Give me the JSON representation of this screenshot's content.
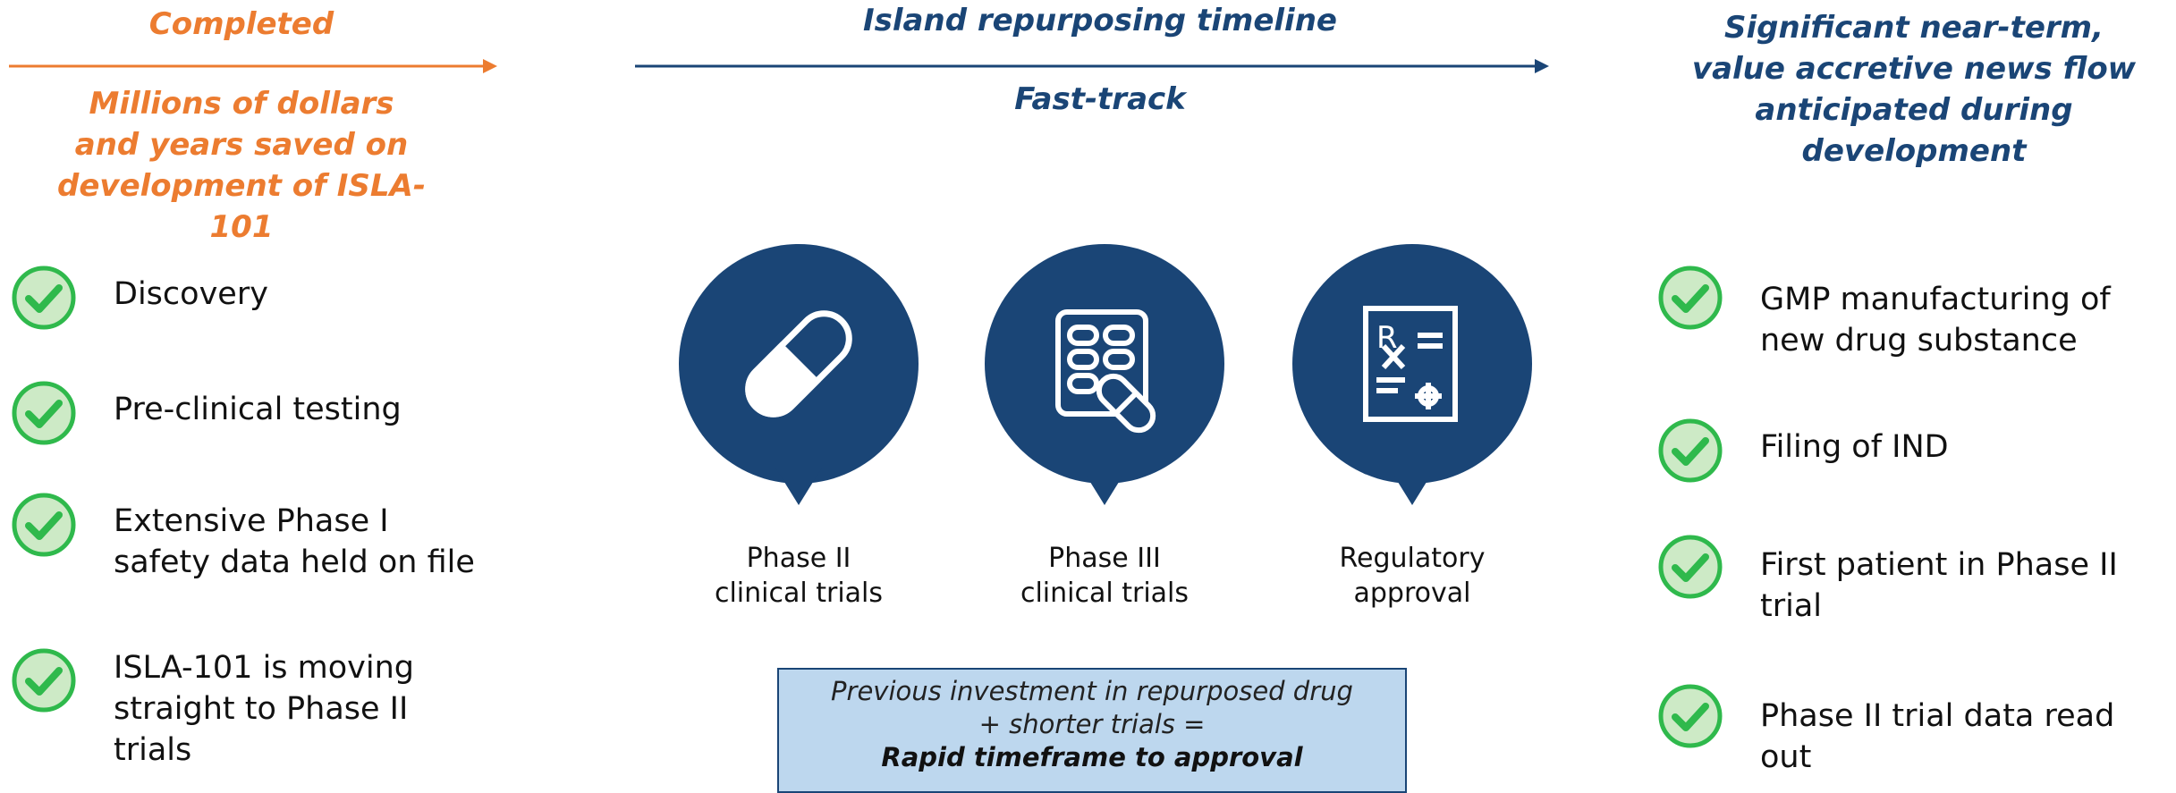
{
  "left": {
    "header": "Completed",
    "subtitle_lines": [
      "Millions of dollars",
      "and years saved on",
      "development of ISLA-",
      "101"
    ],
    "items": [
      {
        "lines": [
          "Discovery"
        ],
        "icon": "check-circle-icon"
      },
      {
        "lines": [
          "Pre-clinical testing"
        ],
        "icon": "check-circle-icon"
      },
      {
        "lines": [
          "Extensive Phase I",
          "safety data held on file"
        ],
        "icon": "check-circle-icon"
      },
      {
        "lines": [
          "ISLA-101 is moving",
          "straight to Phase II",
          "trials"
        ],
        "icon": "check-circle-icon"
      }
    ]
  },
  "middle": {
    "header": "Island repurposing timeline",
    "subheader": "Fast-track",
    "stages": [
      {
        "lines": [
          "Phase II",
          "clinical trials"
        ],
        "icon": "capsule-icon"
      },
      {
        "lines": [
          "Phase III",
          "clinical trials"
        ],
        "icon": "pill-pack-icon"
      },
      {
        "lines": [
          "Regulatory",
          "approval"
        ],
        "icon": "prescription-icon"
      }
    ],
    "note": {
      "line1": "Previous investment in repurposed drug",
      "line2": "+ shorter trials =",
      "line3": "Rapid timeframe to approval"
    }
  },
  "right": {
    "header_lines": [
      "Significant near-term,",
      "value accretive news flow",
      "anticipated during",
      "development"
    ],
    "items": [
      {
        "lines": [
          "GMP manufacturing of",
          "new drug substance"
        ],
        "icon": "check-circle-icon"
      },
      {
        "lines": [
          "Filing of IND"
        ],
        "icon": "check-circle-icon"
      },
      {
        "lines": [
          "First patient in Phase II",
          "trial"
        ],
        "icon": "check-circle-icon"
      },
      {
        "lines": [
          "Phase II trial data read",
          "out"
        ],
        "icon": "check-circle-icon"
      }
    ]
  },
  "colors": {
    "orange": "#ec7c30",
    "navy": "#1a4576",
    "check_green": "#2fb94c",
    "check_fill": "#cdeac6",
    "note_fill": "#bdd7ee"
  }
}
